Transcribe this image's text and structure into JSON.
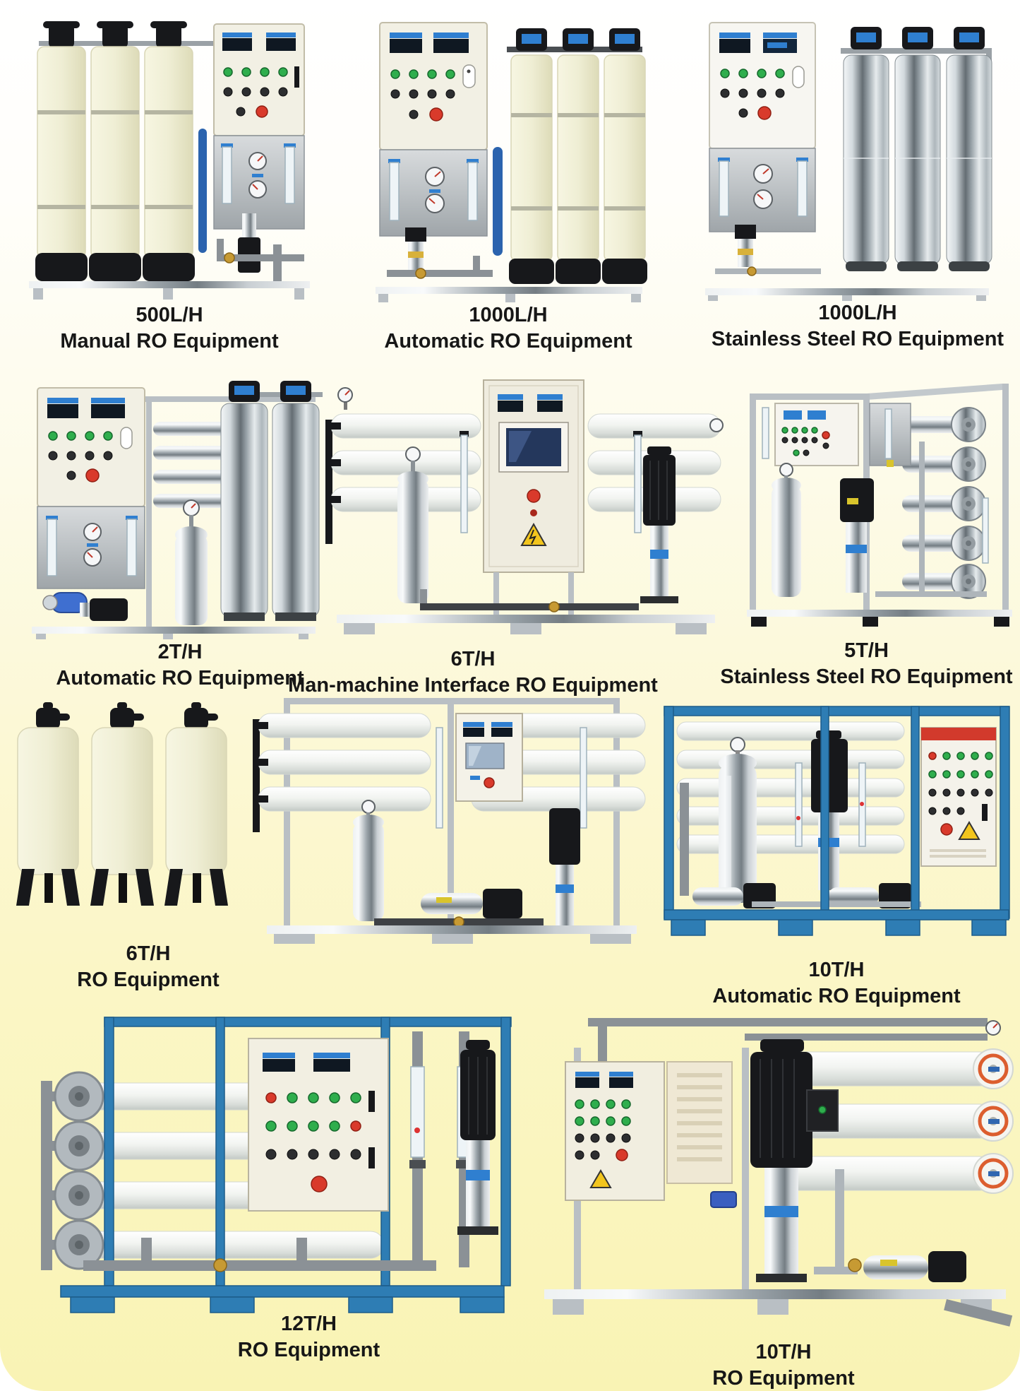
{
  "page": {
    "background_top_color": "#ffffff",
    "background_bottom_color": "#faf5bd",
    "caption_color": "#171717",
    "blue_frame_color": "#2e7db4",
    "tank_ivory_color": "#efeed4",
    "panel_cream_color": "#f2f0e4"
  },
  "products": [
    {
      "capacity": "500L/H",
      "name": "Manual RO Equipment"
    },
    {
      "capacity": "1000L/H",
      "name": "Automatic RO Equipment"
    },
    {
      "capacity": "1000L/H",
      "name": "Stainless Steel RO Equipment"
    },
    {
      "capacity": "2T/H",
      "name": "Automatic RO Equipment"
    },
    {
      "capacity": "6T/H",
      "name": "Man-machine Interface RO Equipment"
    },
    {
      "capacity": "5T/H",
      "name": "Stainless Steel RO Equipment"
    },
    {
      "capacity": "6T/H",
      "name": "RO Equipment"
    },
    {
      "capacity": "10T/H",
      "name": "Automatic RO Equipment"
    },
    {
      "capacity": "12T/H",
      "name": "RO Equipment"
    },
    {
      "capacity": "10T/H",
      "name": "RO Equipment"
    }
  ]
}
